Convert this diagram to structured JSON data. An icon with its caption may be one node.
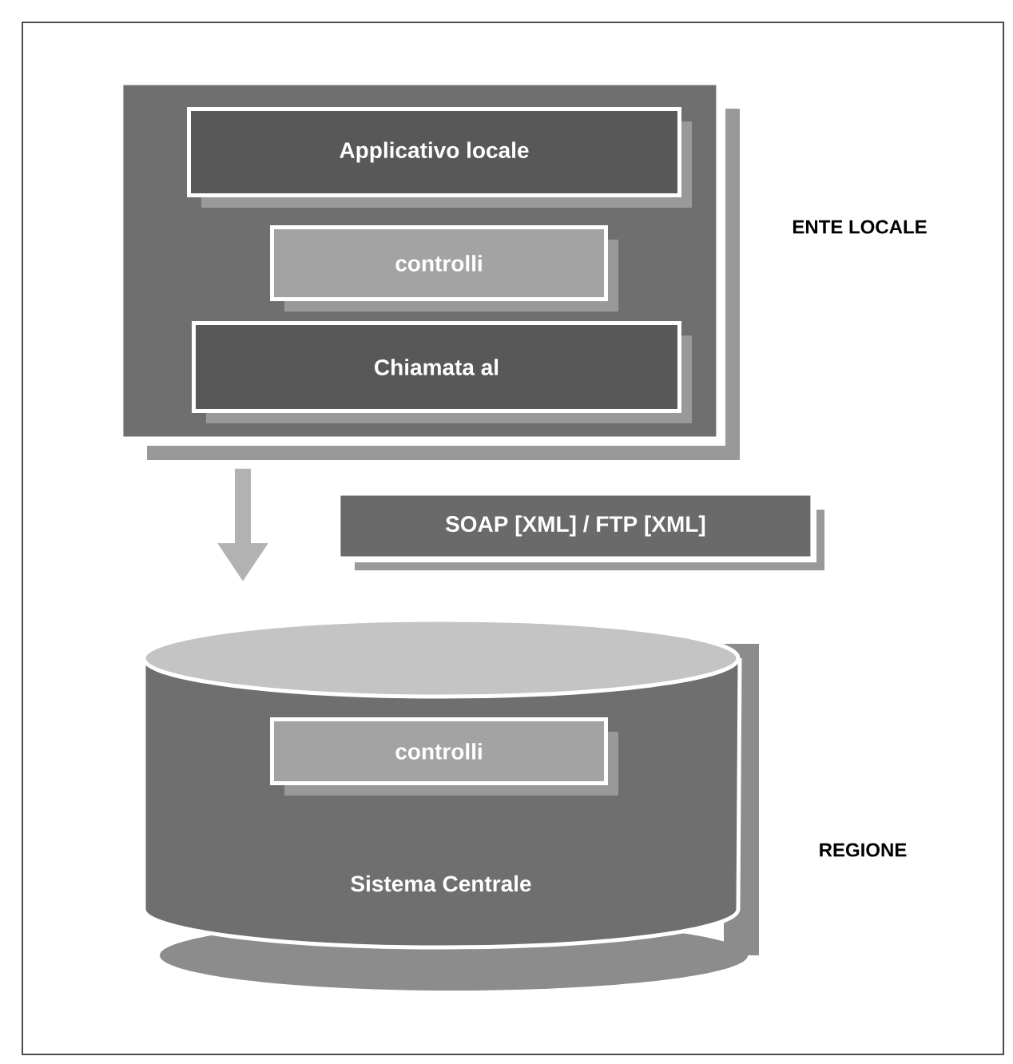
{
  "diagram": {
    "nodes": [
      {
        "text": [],
        "shape": "box",
        "beside": [
          "ENTE LOCALE"
        ]
      },
      {
        "text": [
          "Applicativo locale"
        ],
        "in": 0
      },
      {
        "text": [
          "controlli"
        ],
        "in": 0
      },
      {
        "text": [
          "Chiamata al"
        ],
        "in": 0
      },
      {
        "text": [
          "SOAP [XML] / FTP [XML]"
        ]
      },
      {
        "text": [
          "Sistema Centrale"
        ],
        "beside": [
          "REGIONE"
        ]
      },
      {
        "text": [
          "controlli"
        ],
        "in": 5
      }
    ],
    "edges": [
      {
        "from": 0,
        "to": 5,
        "arrow": "to"
      }
    ]
  }
}
